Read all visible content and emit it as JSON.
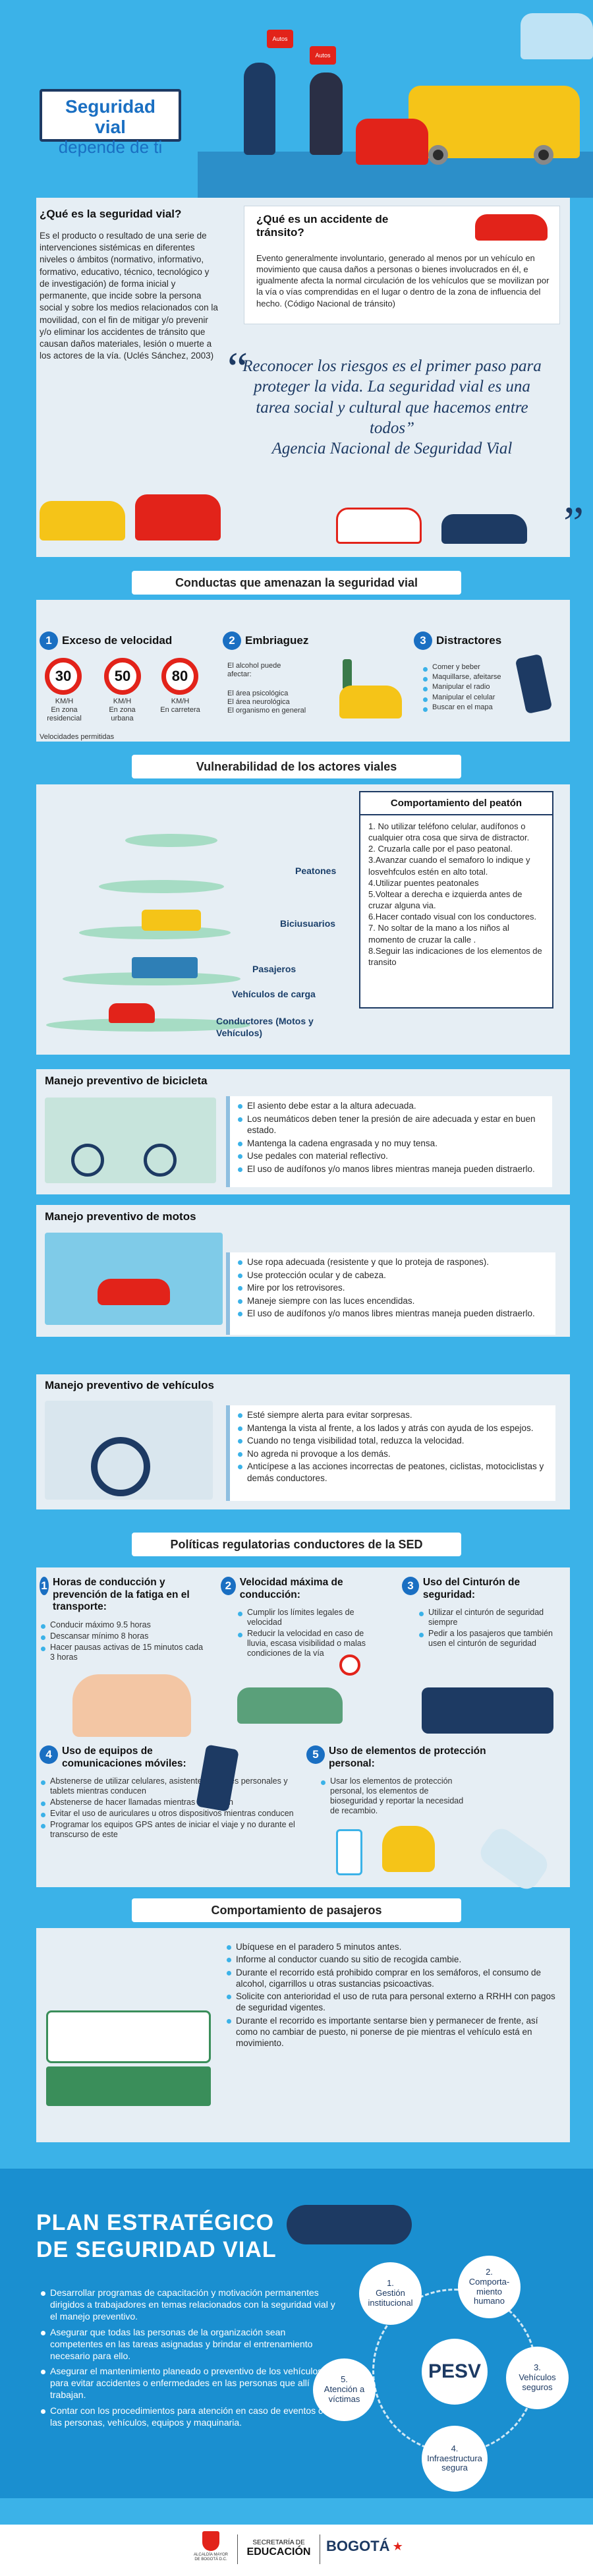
{
  "hero": {
    "title_line1": "Seguridad vial",
    "title_line2": "depende de ti",
    "sign_left": "Autos",
    "sign_right": "Autos"
  },
  "intro": {
    "what_is_title": "¿Qué es la seguridad vial?",
    "what_is_text": "Es el producto o resultado de una serie de intervenciones sistémicas en diferentes niveles o ámbitos (normativo, informativo, formativo, educativo, técnico, tecnológico y de investigación) de forma inicial y permanente, que incide sobre la persona social y sobre los medios relacionados con la movilidad, con el fin de mitigar y/o prevenir y/o eliminar los accidentes de tránsito que causan daños materiales, lesión o muerte a los actores de la vía. (Uclés Sánchez, 2003)",
    "accident_title": "¿Qué es un accidente de tránsito?",
    "accident_text": "Evento generalmente involuntario, generado al menos por un vehículo en movimiento que causa daños a personas o bienes involucrados en él, e igualmente afecta la normal circulación de los vehículos que se movilizan por la vía o vías comprendidas en el lugar o dentro de la zona de influencia del hecho. (Código Nacional de tránsito)",
    "quote": "Reconocer los riesgos es el primer paso para proteger la vida. La seguridad vial es una tarea social y cultural que hacemos entre todos”",
    "quote_author": "Agencia Nacional de Seguridad Vial"
  },
  "threats": {
    "title": "Conductas que amenazan la seguridad vial",
    "items": [
      {
        "num": "1",
        "label": "Exceso de velocidad"
      },
      {
        "num": "2",
        "label": "Embriaguez"
      },
      {
        "num": "3",
        "label": "Distractores"
      }
    ],
    "speeds": [
      {
        "value": "30",
        "unit": "KM/H",
        "zone": "En zona residencial"
      },
      {
        "value": "50",
        "unit": "KM/H",
        "zone": "En zona urbana"
      },
      {
        "value": "80",
        "unit": "KM/H",
        "zone": "En carretera"
      }
    ],
    "speeds_caption": "Velocidades permitidas",
    "alcohol_text": "El alcohol puede afectar:",
    "alcohol_list": [
      "El área psicológica",
      "El área neurológica",
      "El organismo en general"
    ],
    "distractors": [
      "Comer y beber",
      "Maquillarse, afeitarse",
      "Manipular el radio",
      "Manipular el celular",
      "Buscar en el mapa"
    ]
  },
  "vulnerability": {
    "title": "Vulnerabilidad de los actores viales",
    "actors": [
      "Peatones",
      "Biciusuarios",
      "Pasajeros",
      "Vehículos de carga",
      "Conductores (Motos y Vehículos)"
    ],
    "pedestrian_title": "Comportamiento del peatón",
    "pedestrian_text": "1. No utilizar teléfono celular, audífonos o cualquier otra cosa que sirva de distractor.\n2. Cruzarla calle por el paso peatonal.\n3.Avanzar cuando el semaforo lo indique y losvehfculos estén en alto total.\n4.Utilizar puentes peatonales\n5.Voltear a derecha e izquierda antes de cruzar alguna via.\n6.Hacer contado visual con los conductores.\n7. No soltar de la mano a los niños al momento de cruzar la calle .\n8.Seguir las indicaciones de los elementos de transito"
  },
  "bicycle": {
    "title": "Manejo preventivo de bicicleta",
    "items": [
      "El asiento debe estar a la altura adecuada.",
      "Los neumáticos deben tener la presión de aire adecuada y estar en buen estado.",
      "Mantenga la cadena engrasada y no muy tensa.",
      "Use pedales con material reflectivo.",
      "El uso de audífonos y/o manos libres mientras maneja pueden distraerlo."
    ]
  },
  "motorcycle": {
    "title": "Manejo preventivo de motos",
    "items": [
      "Use ropa adecuada (resistente y que lo proteja de raspones).",
      "Use protección ocular y de cabeza.",
      "Mire por los retrovisores.",
      "Maneje siempre con las luces encendidas.",
      "El uso de audífonos y/o manos libres mientras maneja pueden distraerlo."
    ]
  },
  "vehicles": {
    "title": "Manejo preventivo de vehículos",
    "items": [
      "Esté siempre alerta para evitar sorpresas.",
      "Mantenga la vista al frente, a los lados y atrás con ayuda de los espejos.",
      "Cuando no tenga visibilidad total, reduzca la velocidad.",
      "No agreda ni provoque a los demás.",
      "Anticípese a las acciones incorrectas de peatones, ciclistas, motociclistas y demás conductores."
    ]
  },
  "policies": {
    "title": "Políticas regulatorias conductores de la SED",
    "items": [
      {
        "num": "1",
        "title": "Horas de conducción y prevención de la fatiga en el transporte:",
        "list": [
          "Conducir máximo 9.5 horas",
          "Descansar mínimo 8 horas",
          "Hacer pausas activas de 15 minutos cada 3 horas"
        ]
      },
      {
        "num": "2",
        "title": "Velocidad máxima de conducción:",
        "list": [
          "Cumplir los límites legales de velocidad",
          "Reducir la velocidad en caso de lluvia, escasa visibilidad o malas condiciones de la vía"
        ]
      },
      {
        "num": "3",
        "title": "Uso del Cinturón de seguridad:",
        "list": [
          "Utilizar el cinturón de seguridad siempre",
          "Pedir a los pasajeros que también usen el cinturón de seguridad"
        ]
      },
      {
        "num": "4",
        "title": "Uso de equipos de comunicaciones móviles:",
        "list": [
          "Abstenerse de utilizar celulares, asistentes digitales personales y tablets mientras conducen",
          "Abstenerse de hacer llamadas mientras conducen",
          "Evitar el uso de auriculares u otros dispositivos mientras conducen",
          "Programar los equipos GPS antes de iniciar el viaje y no durante el transcurso de este"
        ]
      },
      {
        "num": "5",
        "title": "Uso de elementos de protección personal:",
        "list": [
          "Usar los elementos de protección personal, los elementos de bioseguridad y reportar la necesidad de recambio."
        ]
      }
    ]
  },
  "passengers": {
    "title": "Comportamiento de pasajeros",
    "items": [
      "Ubíquese en el paradero 5 minutos antes.",
      "Informe al conductor cuando su sitio de recogida cambie.",
      "Durante el recorrido está prohibido comprar en los semáforos, el consumo de alcohol, cigarrillos u otras sustancias psicoactivas.",
      "Solicite con anterioridad el uso de ruta para personal externo a RRHH con pagos de seguridad vigentes.",
      "Durante el recorrido es importante sentarse bien y permanecer de frente, así como no cambiar de puesto, ni ponerse de pie mientras el vehículo está en movimiento."
    ]
  },
  "plan": {
    "title_line1": "PLAN ESTRATÉGICO",
    "title_line2": "DE SEGURIDAD VIAL",
    "items": [
      "Desarrollar programas de capacitación y motivación permanentes dirigidos a trabajadores en temas relacionados con la seguridad vial y el manejo preventivo.",
      "Asegurar que todas las personas de la organización sean competentes en las tareas asignadas y brindar el entrenamiento necesario para ello.",
      "Asegurar el mantenimiento planeado o preventivo de los vehículos para evitar accidentes o enfermedades en las personas que allí trabajan.",
      "Contar con los procedimientos para atención en caso de eventos con las personas, vehículos, equipos y maquinaria."
    ],
    "center": "PESV",
    "pillars": [
      {
        "num": "1.",
        "label": "Gestión institucional"
      },
      {
        "num": "2.",
        "label": "Comporta-miento humano"
      },
      {
        "num": "3.",
        "label": "Vehículos seguros"
      },
      {
        "num": "4.",
        "label": "Infraestructura segura"
      },
      {
        "num": "5.",
        "label": "Atención a víctimas"
      }
    ]
  },
  "footer": {
    "alcaldia": "ALCALDÍA MAYOR DE BOGOTÁ D.C.",
    "secretaria_line1": "SECRETARÍA DE",
    "secretaria_line2": "EDUCACIÓN",
    "bogota": "BOGOTÁ"
  },
  "colors": {
    "sky": "#3bb2e8",
    "panel": "#e6eef4",
    "navy": "#1d3a63",
    "blue": "#1a6fc2",
    "red": "#e2231a",
    "yellow": "#f5c418"
  }
}
